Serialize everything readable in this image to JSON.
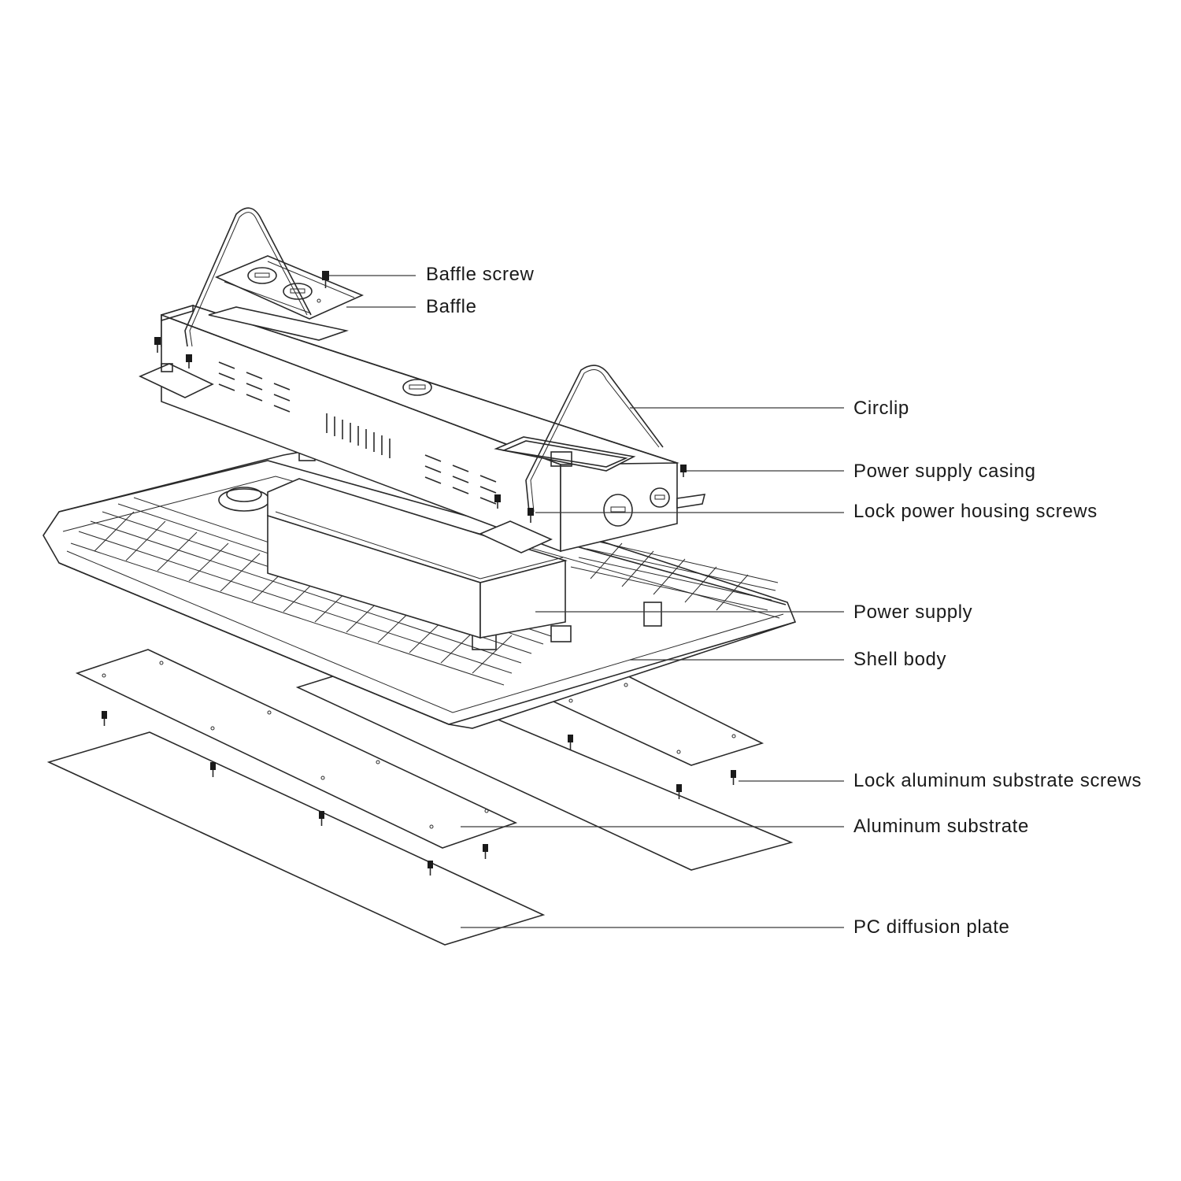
{
  "labels": {
    "baffle_screw": "Baffle screw",
    "baffle": "Baffle",
    "circlip": "Circlip",
    "power_supply_casing": "Power supply casing",
    "lock_power_housing_screws": "Lock power housing screws",
    "power_supply": "Power supply",
    "shell_body": "Shell body",
    "lock_aluminum_substrate_screws": "Lock aluminum substrate screws",
    "aluminum_substrate": "Aluminum substrate",
    "pc_diffusion_plate": "PC diffusion plate"
  },
  "colors": {
    "line": "#2a2a2a",
    "text": "#1a1a1a",
    "background": "#ffffff"
  }
}
